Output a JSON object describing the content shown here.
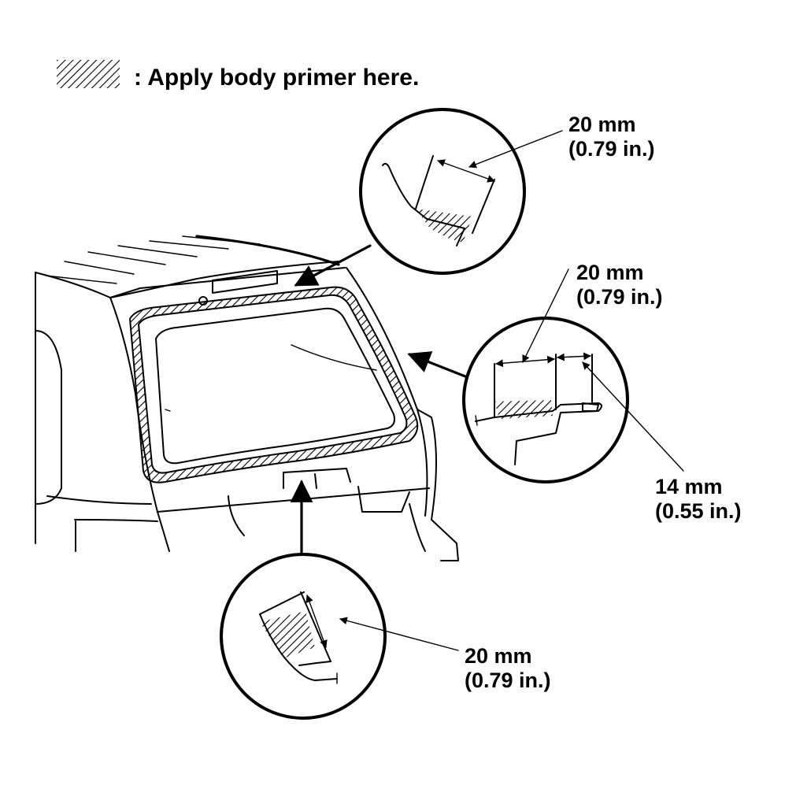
{
  "legend": {
    "text": ": Apply body primer here."
  },
  "callouts": {
    "top": {
      "mm": "20 mm",
      "inch": "(0.79 in.)"
    },
    "right_upper": {
      "mm": "20 mm",
      "inch": "(0.79 in.)"
    },
    "right_lower": {
      "mm": "14 mm",
      "inch": "(0.55 in.)"
    },
    "bottom": {
      "mm": "20 mm",
      "inch": "(0.79 in.)"
    }
  },
  "colors": {
    "ink": "#000000",
    "paper": "#ffffff"
  }
}
